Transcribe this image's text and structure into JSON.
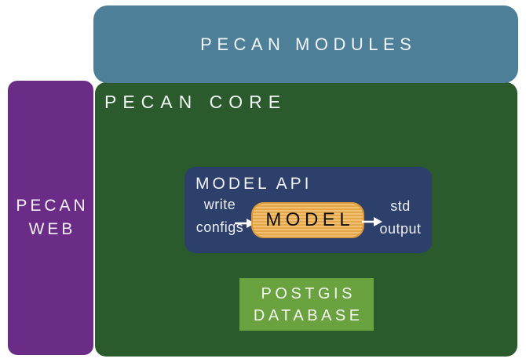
{
  "colors": {
    "modules_bg": "#4d7f99",
    "core_bg": "#2b5a2c",
    "web_bg": "#6a2c87",
    "api_bg": "#2d3f6b",
    "model_bg": "#ecab47",
    "db_bg": "#69a23e"
  },
  "modules": {
    "label": "PECAN MODULES"
  },
  "core": {
    "label": "PECAN CORE"
  },
  "web": {
    "line1": "PECAN",
    "line2": "WEB"
  },
  "model_api": {
    "title": "MODEL API",
    "input": {
      "line1": "write",
      "line2": "configs"
    },
    "model_label": "MODEL",
    "output": {
      "line1": "std",
      "line2": "output"
    }
  },
  "database": {
    "line1": "POSTGIS",
    "line2": "DATABASE"
  }
}
